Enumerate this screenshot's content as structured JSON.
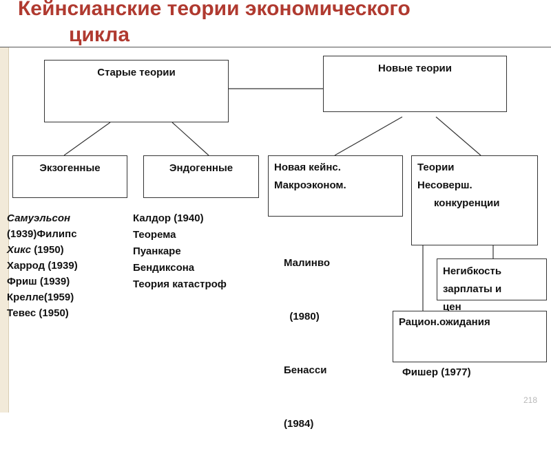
{
  "slide": {
    "title_line1": "Кейнсианские теории экономического",
    "title_line2": "цикла",
    "page_number": "218"
  },
  "boxes": {
    "old_theories": "Старые теории",
    "new_theories": "Новые теории",
    "exogenous": "Экзогенные",
    "endogenous": "Эндогенные",
    "new_keynes_line1": "Новая кейнс.",
    "new_keynes_line2": "Макроэконом.",
    "imperfect_line1": "Теории",
    "imperfect_line2": "Несоверш.",
    "imperfect_line3": "конкуренции",
    "rigidity_line1": "Негибкость",
    "rigidity_line2": "зарплаты и",
    "rigidity_line3": "цен",
    "rational": "Рацион.ожидания"
  },
  "lists": {
    "exogenous_authors": [
      "Самуэльсон",
      "(1939)Филипс",
      "Хикс (1950)",
      "Харрод  (1939)",
      "Фриш (1939)",
      "Крелле(1959)",
      "Тевес (1950)"
    ],
    "endogenous_authors": [
      "Калдор (1940)",
      "Теорема",
      "Пуанкаре",
      "Бендиксона",
      "Теория катастроф"
    ],
    "new_keynes_authors": [
      "Малинво",
      "  (1980)",
      "Бенасси",
      "(1984)"
    ],
    "rational_author": "Фишер (1977)"
  }
}
